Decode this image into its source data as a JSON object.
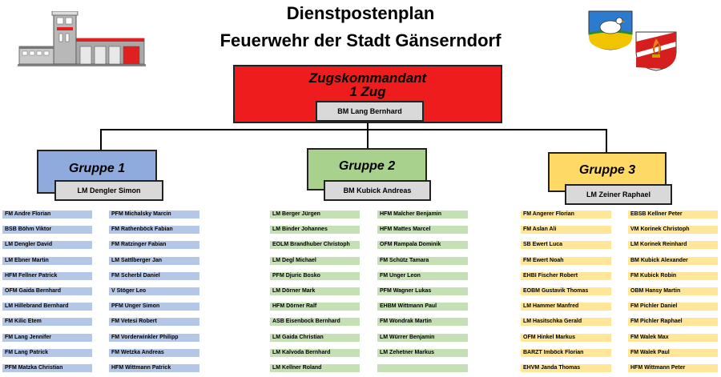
{
  "header": {
    "title_line1": "Dienstpostenplan",
    "title_line2": "Feuerwehr der Stadt Gänserndorf"
  },
  "zug": {
    "title_line1": "Zugskommandant",
    "title_line2": "1 Zug",
    "leader": "BM Lang Bernhard",
    "color": "#ee1c1c"
  },
  "groups": [
    {
      "title": "Gruppe 1",
      "leader": "LM Dengler Simon",
      "color": "#8faadc",
      "cell_color": "#b4c7e7",
      "col1": [
        "FM Andre Florian",
        "BSB Böhm Viktor",
        "LM Dengler David",
        "LM Ebner Martin",
        "HFM Fellner Patrick",
        "OFM Gaida Bernhard",
        "LM Hillebrand Bernhard",
        "FM Kilic Etem",
        "FM Lang Jennifer",
        "FM Lang Patrick",
        "PFM Matzka Christian"
      ],
      "col2": [
        "PFM Michalsky Marcin",
        "FM Rathenböck Fabian",
        "FM Ratzinger Fabian",
        "LM Sattlberger Jan",
        "FM Scherbl Daniel",
        "V Stöger Leo",
        "PFM Unger Simon",
        "FM Vetesi Robert",
        "FM Vorderwinkler Philipp",
        "FM Wetzka Andreas",
        "HFM Wittmann Patrick"
      ]
    },
    {
      "title": "Gruppe 2",
      "leader": "BM Kubick Andreas",
      "color": "#a9d18e",
      "cell_color": "#c5e0b4",
      "col1": [
        "LM Berger Jürgen",
        "LM Binder Johannes",
        "EOLM Brandhuber Christoph",
        "LM Degl Michael",
        "PFM Djuric Bosko",
        "LM Dörner Mark",
        "HFM Dörner Ralf",
        "ASB Eisenbock Bernhard",
        "LM Gaida Christian",
        "LM Kalvoda Bernhard",
        "LM Kellner Roland"
      ],
      "col2": [
        "HFM Malcher Benjamin",
        "HFM Mattes Marcel",
        "OFM Rampala Dominik",
        "FM Schütz Tamara",
        "FM Unger Leon",
        "PFM Wagner Lukas",
        "EHBM Wittmann Paul",
        "FM Wondrak Martin",
        "LM Würrer Benjamin",
        "LM Zehetner Markus",
        ""
      ]
    },
    {
      "title": "Gruppe 3",
      "leader": "LM Zeiner Raphael",
      "color": "#ffd966",
      "cell_color": "#ffe699",
      "col1": [
        "FM Angerer Florian",
        "FM Aslan Ali",
        "SB Ewert Luca",
        "FM Ewert Noah",
        "EHBI Fischer Robert",
        "EOBM Gustavik Thomas",
        "LM Hammer Manfred",
        "LM Hasitschka Gerald",
        "OFM Hinkel Markus",
        "BARZT Imböck Florian",
        "EHVM Janda Thomas"
      ],
      "col2": [
        "EBSB Kellner Peter",
        "VM Korinek Christoph",
        "LM Korinek Reinhard",
        "BM Kubick Alexander",
        "FM Kubick Robin",
        "OBM Hansy Martin",
        "FM Pichler Daniel",
        "FM Pichler Raphael",
        "FM Walek Max",
        "FM Walek Paul",
        "HFM Wittmann Peter"
      ]
    }
  ],
  "icons": {
    "building": "fire-station-building-icon",
    "crest_city": "city-coat-of-arms-icon",
    "crest_fire": "fire-brigade-emblem-icon"
  }
}
